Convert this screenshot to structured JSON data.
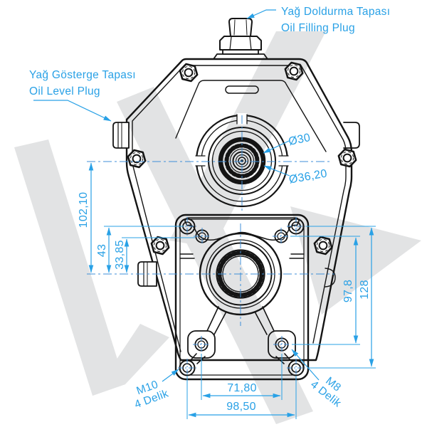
{
  "colors": {
    "dim_blue": "#29a1e6",
    "centerline_blue": "#3f8fd8",
    "line_black": "#141414",
    "watermark_gray": "#e2e3e4"
  },
  "callouts": {
    "oil_filling_plug": {
      "tr": "Yağ Doldurma Tapası",
      "en": "Oil Filling Plug"
    },
    "oil_level_plug": {
      "tr": "Yağ Gösterge Tapası",
      "en": "Oil Level Plug"
    },
    "m10_holes": {
      "size": "M10",
      "count": "4 Delik"
    },
    "m8_holes": {
      "size": "M8",
      "count": "4 Delik"
    }
  },
  "dimensions": {
    "shaft_center_distance": "102,10",
    "center_to_outer_hole": "43",
    "center_to_inner_hole": "33,85",
    "inner_hole_vertical_spacing": "97,8",
    "outer_hole_vertical_spacing": "128",
    "inner_hole_horizontal_spacing": "71,80",
    "outer_hole_horizontal_spacing": "98,50",
    "shaft_spline_diameter": "Ø30",
    "bearing_bore_diameter": "Ø36,20"
  }
}
